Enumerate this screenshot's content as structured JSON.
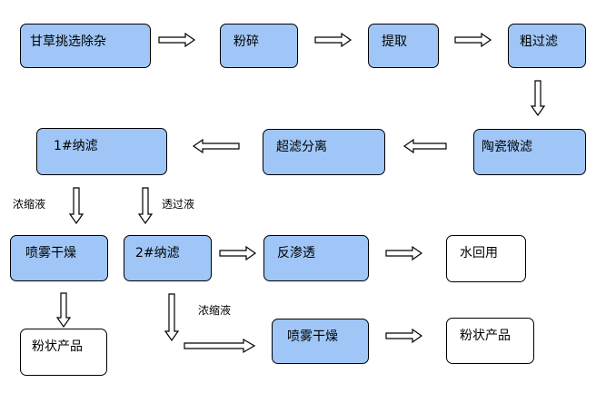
{
  "nodes": {
    "n1": "甘草挑选除杂",
    "n2": "粉碎",
    "n3": "提取",
    "n4": "粗过滤",
    "n5": "陶瓷微滤",
    "n6": "超滤分离",
    "n7": "1#纳滤",
    "n8": "喷雾干燥",
    "n9": "2#纳滤",
    "n10": "反渗透",
    "n11": "水回用",
    "n12": "粉状产品",
    "n13": "喷雾干燥",
    "n14": "粉状产品"
  },
  "labels": {
    "concentrate_1": "浓缩液",
    "permeate_1": "透过液",
    "concentrate_2": "浓缩液"
  },
  "colors": {
    "process_fill": "#9fc6f6",
    "end_fill": "#ffffff",
    "stroke": "#000000"
  }
}
